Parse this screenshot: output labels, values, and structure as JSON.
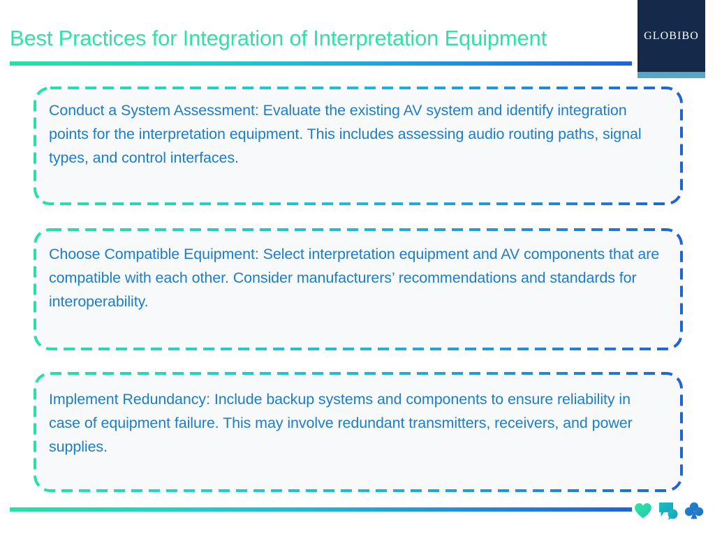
{
  "slide": {
    "title": "Best Practices for Integration of Interpretation Equipment",
    "background_color": "#ffffff"
  },
  "logo": {
    "name": "GLOBIBO",
    "background_color": "#15294a",
    "underline_color": "#55a8c4",
    "text_color": "#ffffff"
  },
  "theme": {
    "title_color": "#2fe3a4",
    "body_text_color": "#1f7dc4",
    "box_fill": "#f7f9fb",
    "gradient_start": "#27e0a6",
    "gradient_mid": "#1fb9d6",
    "gradient_end": "#1f63d4"
  },
  "content": {
    "boxes": [
      {
        "id": "box-1",
        "text": "Conduct a System Assessment: Evaluate the existing AV system and identify integration points for the interpretation equipment. This includes assessing audio routing paths, signal types, and control interfaces."
      },
      {
        "id": "box-2",
        "text": "Choose Compatible Equipment: Select interpretation equipment and AV components that are compatible with each other. Consider manufacturers’ recommendations and standards for interoperability."
      },
      {
        "id": "box-3",
        "text": "Implement Redundancy: Include backup systems and components to ensure reliability in case of equipment failure. This may involve redundant transmitters, receivers, and power supplies."
      }
    ]
  },
  "footer": {
    "icons": [
      {
        "name": "heart-icon",
        "color": "#2ee0a4"
      },
      {
        "name": "chat-bubble-icon",
        "color": "#16b6c4"
      },
      {
        "name": "club-icon",
        "color": "#1f79c8"
      }
    ]
  }
}
